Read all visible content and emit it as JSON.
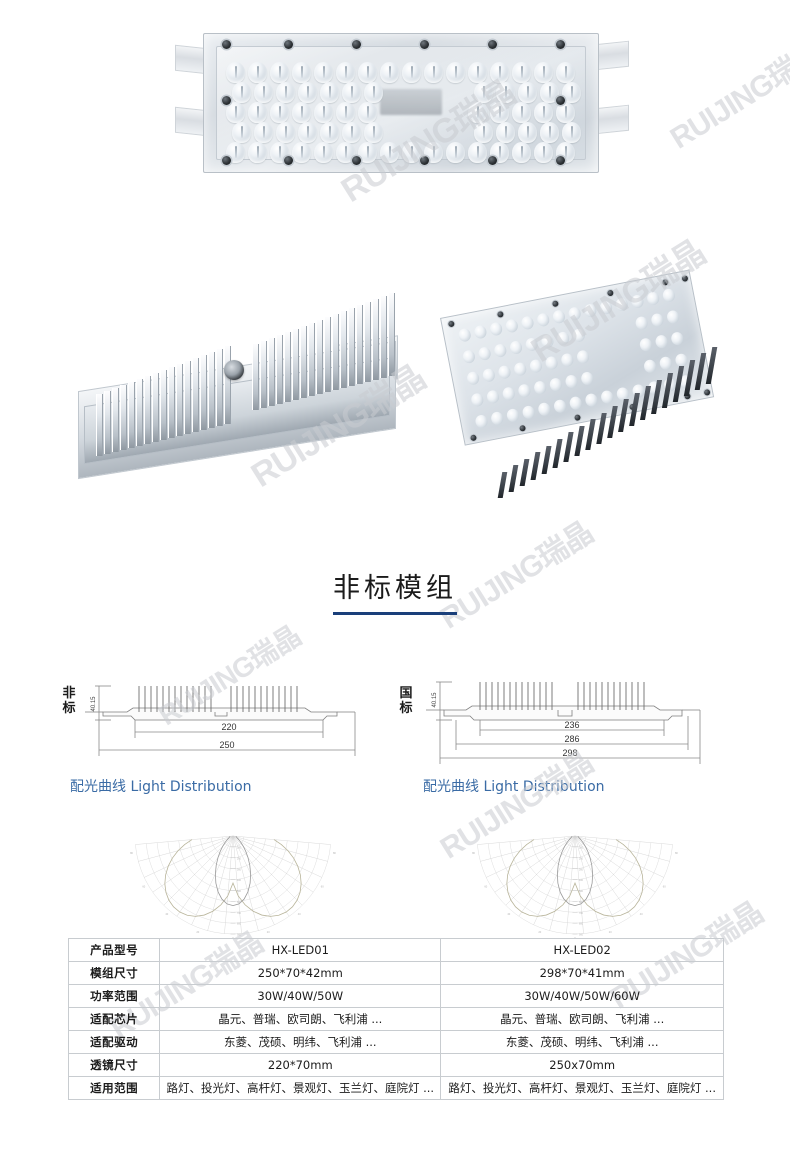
{
  "page": {
    "title": "非标模组",
    "watermark_text": "RUIJING瑞晶",
    "accent_blue": "#3a6ba5",
    "title_underline_color": "#1a3f7a"
  },
  "photos": [
    {
      "name": "led-module-top-view",
      "caption": ""
    },
    {
      "name": "heatsink-fins-view",
      "caption": ""
    },
    {
      "name": "led-module-angled-view",
      "caption": ""
    }
  ],
  "drawings": [
    {
      "label": "非标",
      "height_dim": "40.15",
      "dims": [
        "220",
        "250"
      ]
    },
    {
      "label": "国标",
      "height_dim": "40.15",
      "dims": [
        "236",
        "286",
        "298"
      ]
    }
  ],
  "light_distribution": [
    {
      "label": "配光曲线 Light Distribution"
    },
    {
      "label": "配光曲线 Light Distribution"
    }
  ],
  "spec_table": {
    "rows": [
      {
        "label": "产品型号",
        "col1": "HX-LED01",
        "col2": "HX-LED02"
      },
      {
        "label": "模组尺寸",
        "col1": "250*70*42mm",
        "col2": "298*70*41mm"
      },
      {
        "label": "功率范围",
        "col1": "30W/40W/50W",
        "col2": "30W/40W/50W/60W"
      },
      {
        "label": "适配芯片",
        "col1": "晶元、普瑞、欧司朗、飞利浦 ...",
        "col2": "晶元、普瑞、欧司朗、飞利浦 ..."
      },
      {
        "label": "适配驱动",
        "col1": "东菱、茂硕、明纬、飞利浦 ...",
        "col2": "东菱、茂硕、明纬、飞利浦 ..."
      },
      {
        "label": "透镜尺寸",
        "col1": "220*70mm",
        "col2": "250x70mm"
      },
      {
        "label": "适用范围",
        "col1": "路灯、投光灯、高杆灯、景观灯、玉兰灯、庭院灯 ...",
        "col2": "路灯、投光灯、高杆灯、景观灯、玉兰灯、庭院灯 ..."
      }
    ]
  }
}
